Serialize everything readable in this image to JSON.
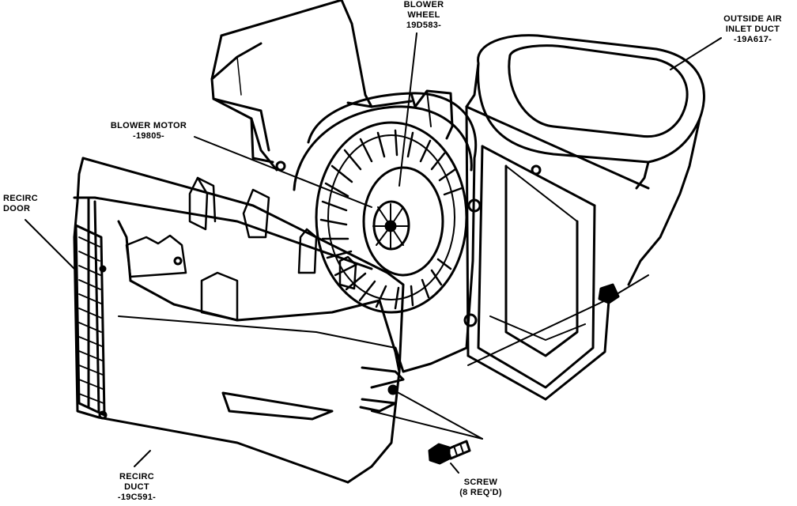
{
  "labels": {
    "blower_wheel": {
      "line1": "BLOWER",
      "line2": "WHEEL",
      "line3": "19D583-"
    },
    "outside_air_inlet_duct": {
      "line1": "OUTSIDE AIR",
      "line2": "INLET DUCT",
      "line3": "-19A617-"
    },
    "blower_motor": {
      "line1": "BLOWER MOTOR",
      "line2": "-19805-"
    },
    "recirc_door": {
      "line1": "RECIRC",
      "line2": "DOOR"
    },
    "recirc_duct": {
      "line1": "RECIRC",
      "line2": "DUCT",
      "line3": "-19C591-"
    },
    "screw": {
      "line1": "SCREW",
      "line2": "(8 REQ'D)"
    }
  }
}
